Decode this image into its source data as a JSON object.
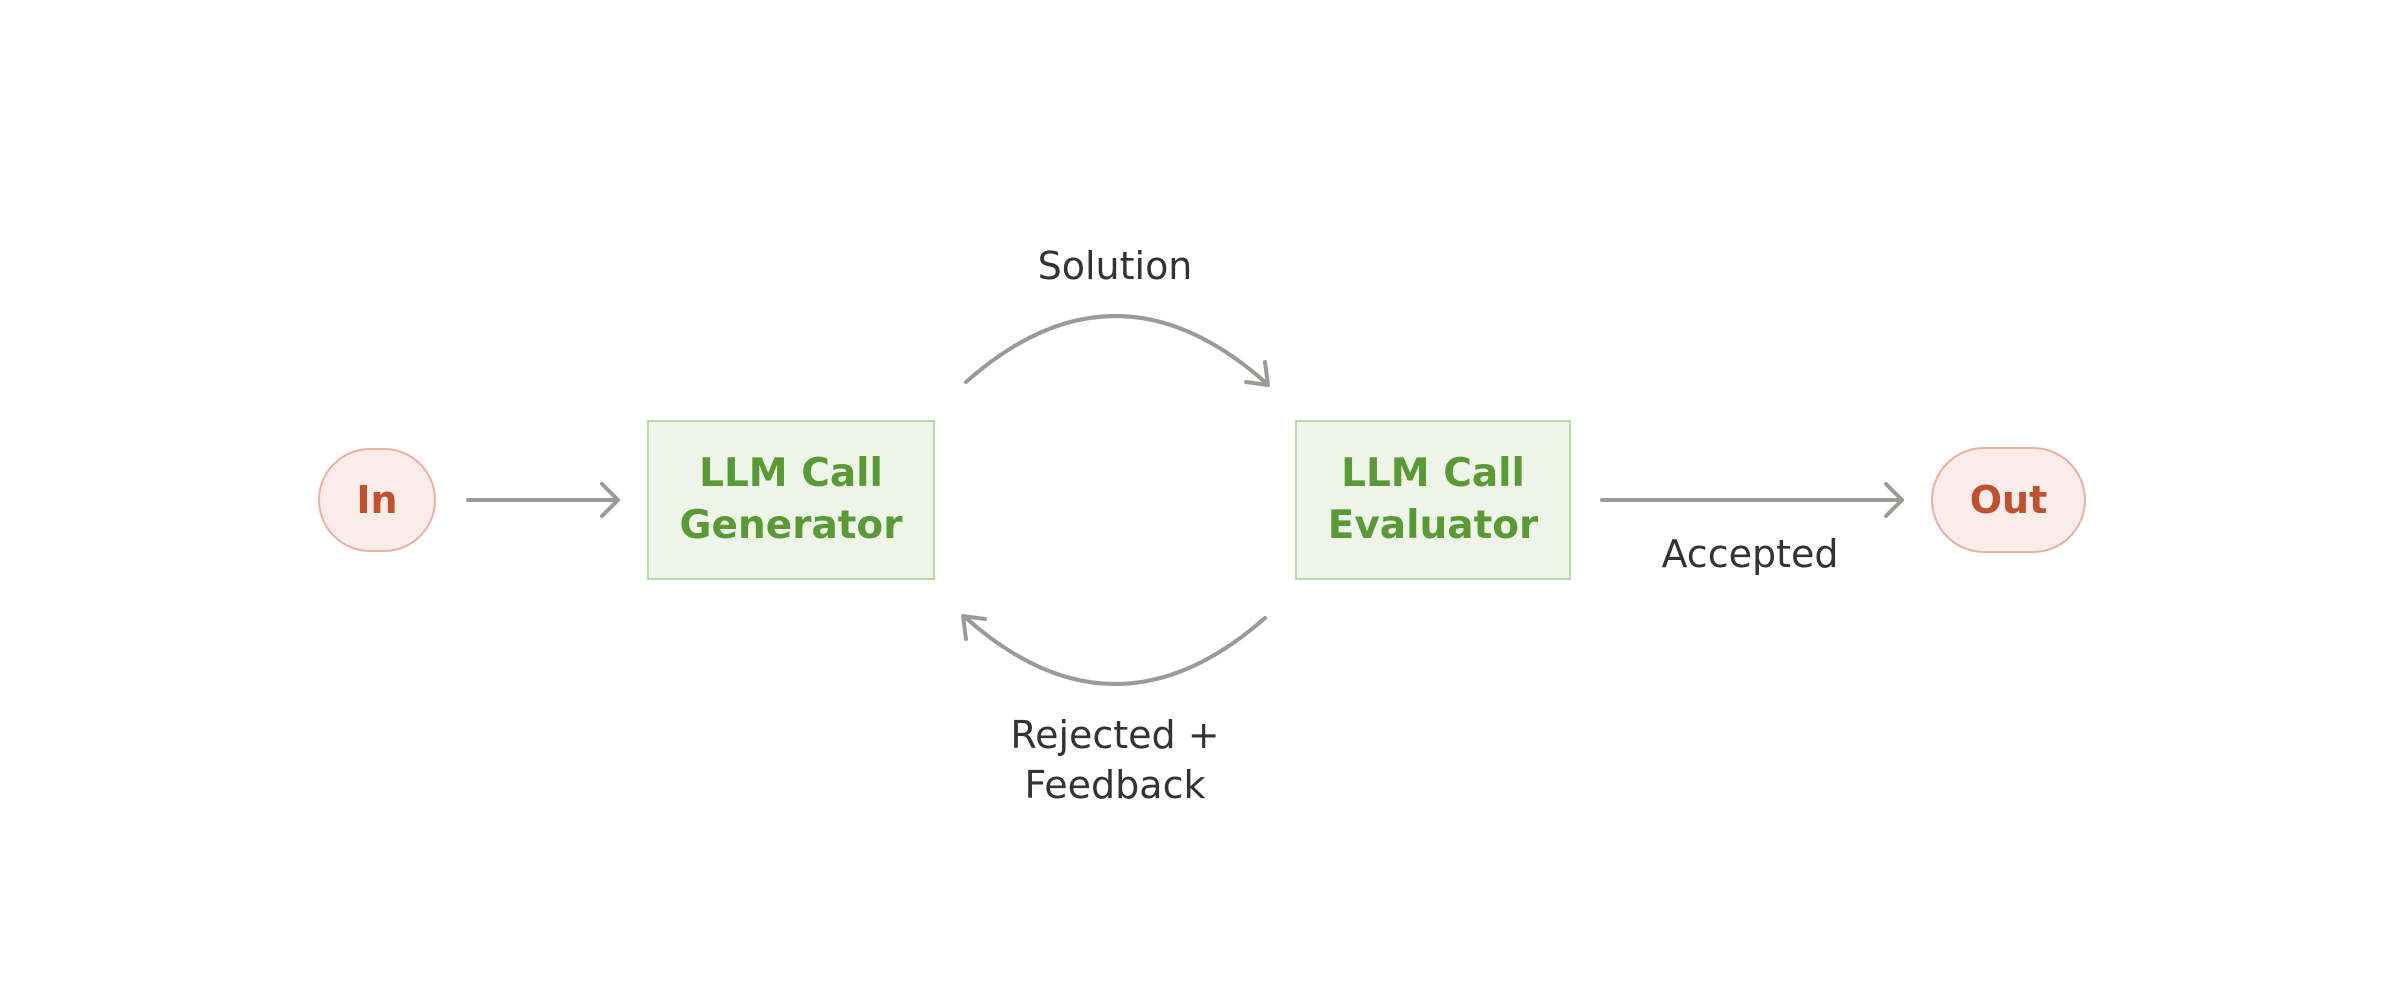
{
  "nodes": {
    "input": {
      "label": "In"
    },
    "generator": {
      "line1": "LLM Call",
      "line2": "Generator"
    },
    "evaluator": {
      "line1": "LLM Call",
      "line2": "Evaluator"
    },
    "output": {
      "label": "Out"
    }
  },
  "edges": {
    "solution": {
      "label": "Solution"
    },
    "rejected": {
      "line1": "Rejected +",
      "line2": "Feedback"
    },
    "accepted": {
      "label": "Accepted"
    }
  },
  "colors": {
    "terminal_fill": "#fbecea",
    "terminal_stroke": "#ecb0a0",
    "terminal_text": "#c0502f",
    "llm_fill": "#eef5e8",
    "llm_stroke": "#b6dca6",
    "llm_text": "#5a9a36",
    "edge": "#9a9a96",
    "label_text": "#333333"
  }
}
